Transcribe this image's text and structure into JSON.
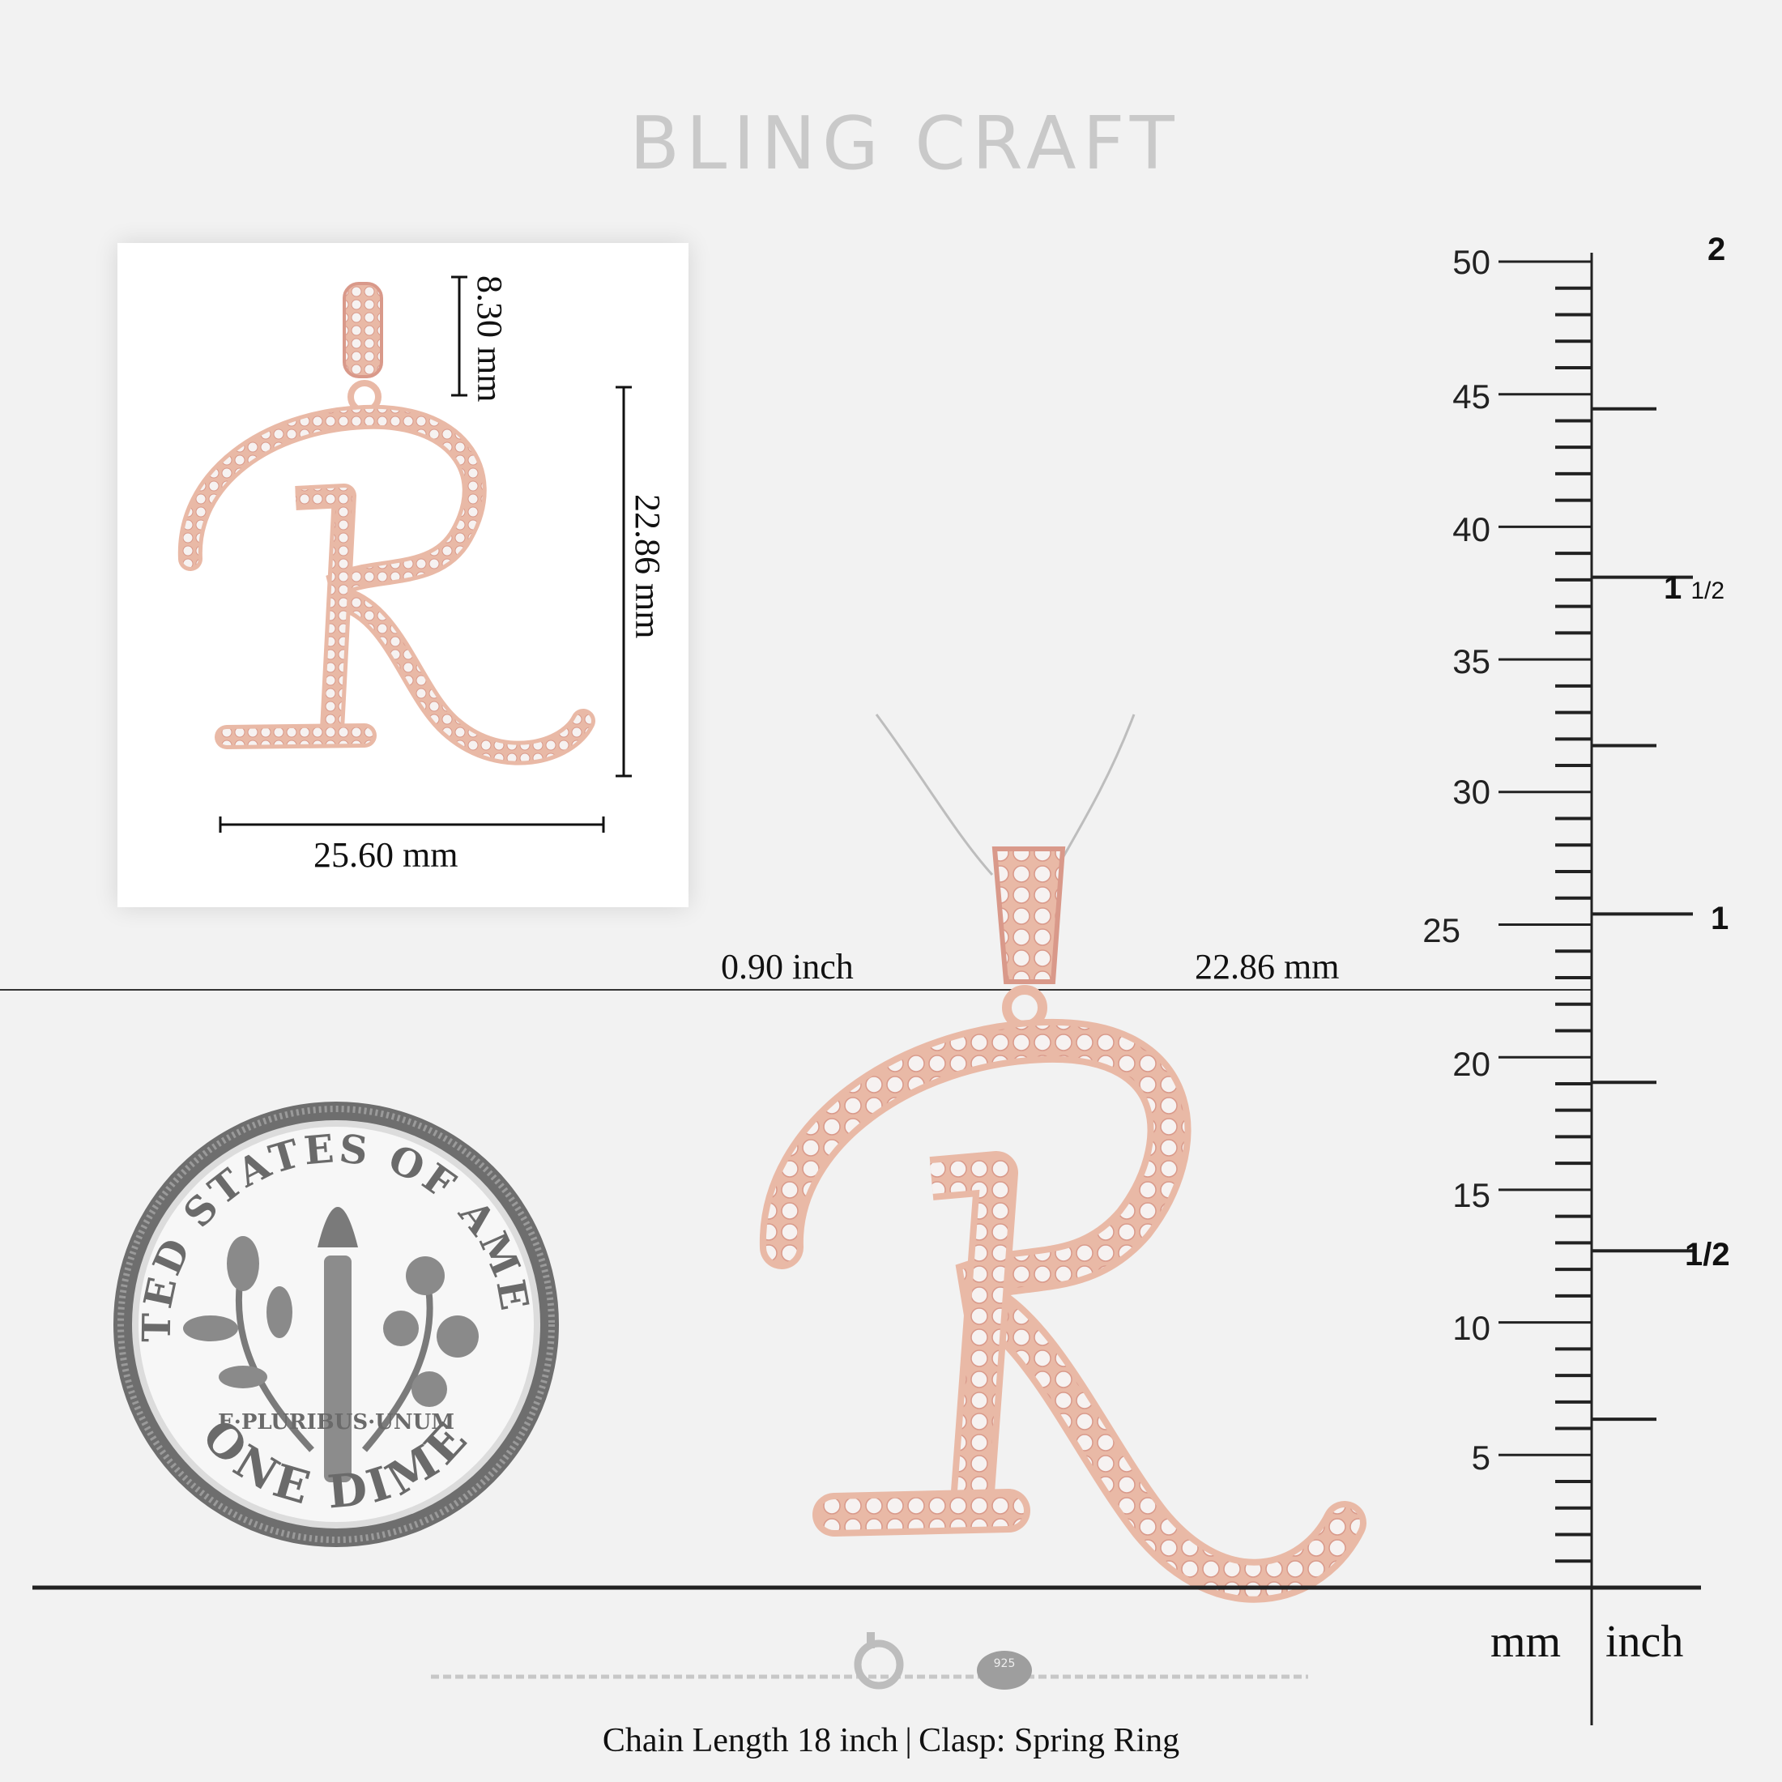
{
  "brand": "BLING CRAFT",
  "detail_panel": {
    "bail_height": "8.30 mm",
    "pendant_height": "22.86 mm",
    "pendant_width": "25.60 mm"
  },
  "measurement_line": {
    "left_label": "0.90 inch",
    "right_label": "22.86 mm"
  },
  "coin": {
    "top_text": "UNITED STATES OF AMERICA",
    "motto": "E·PLURIBUS·UNUM",
    "bottom_text": "ONE DIME"
  },
  "ruler": {
    "mm_labels": [
      "50",
      "45",
      "40",
      "35",
      "30",
      "25",
      "20",
      "15",
      "10",
      "5"
    ],
    "inch_labels": {
      "two": "2",
      "one_and_half_whole": "1",
      "one_and_half_frac": "1/2",
      "one": "1",
      "half": "1/2"
    },
    "unit_mm": "mm",
    "unit_inch": "inch"
  },
  "chain": {
    "stamp": "925",
    "caption": "Chain Length 18 inch | Clasp: Spring Ring"
  },
  "colors": {
    "rose_gold": "#e9b9a6",
    "rose_gold_dark": "#d9998a",
    "stone": "#f4f1f0",
    "brand_grey": "#c9c9c9"
  }
}
